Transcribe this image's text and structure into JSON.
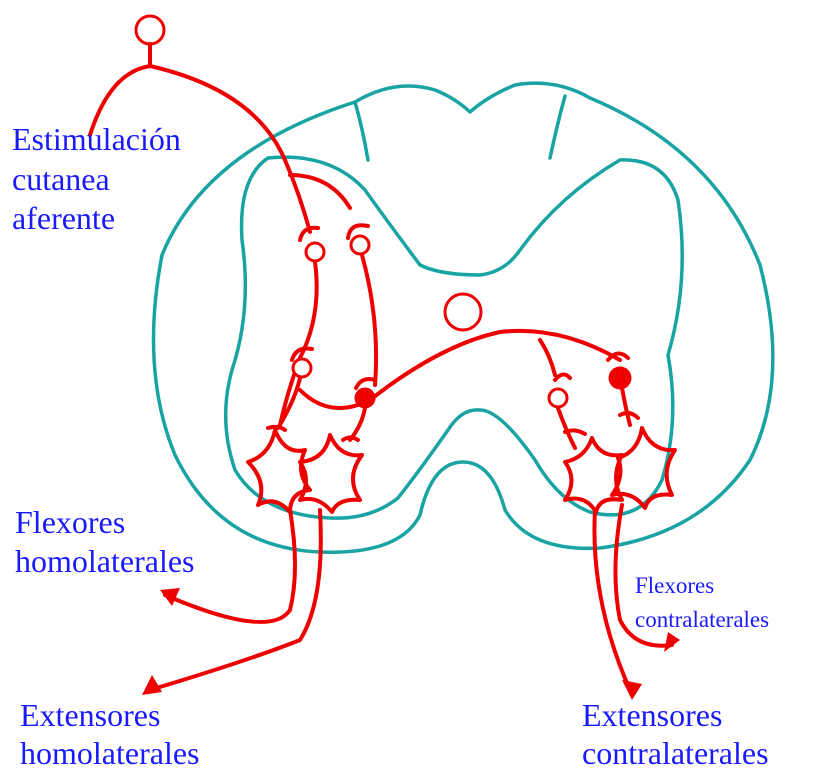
{
  "colors": {
    "cord_outline": "#1aa3a3",
    "neuron": "#ee0000",
    "label_text": "#1a1aff",
    "background": "#ffffff"
  },
  "labels": {
    "afferent_line1": "Estimulación",
    "afferent_line2": "cutanea",
    "afferent_line3": "aferente",
    "flex_homo_line1": "Flexores",
    "flex_homo_line2": "homolaterales",
    "ext_homo_line1": "Extensores",
    "ext_homo_line2": "homolaterales",
    "flex_contra_line1": "Flexores",
    "flex_contra_line2": "contralaterales",
    "ext_contra_line1": "Extensores",
    "ext_contra_line2": "contralaterales"
  }
}
